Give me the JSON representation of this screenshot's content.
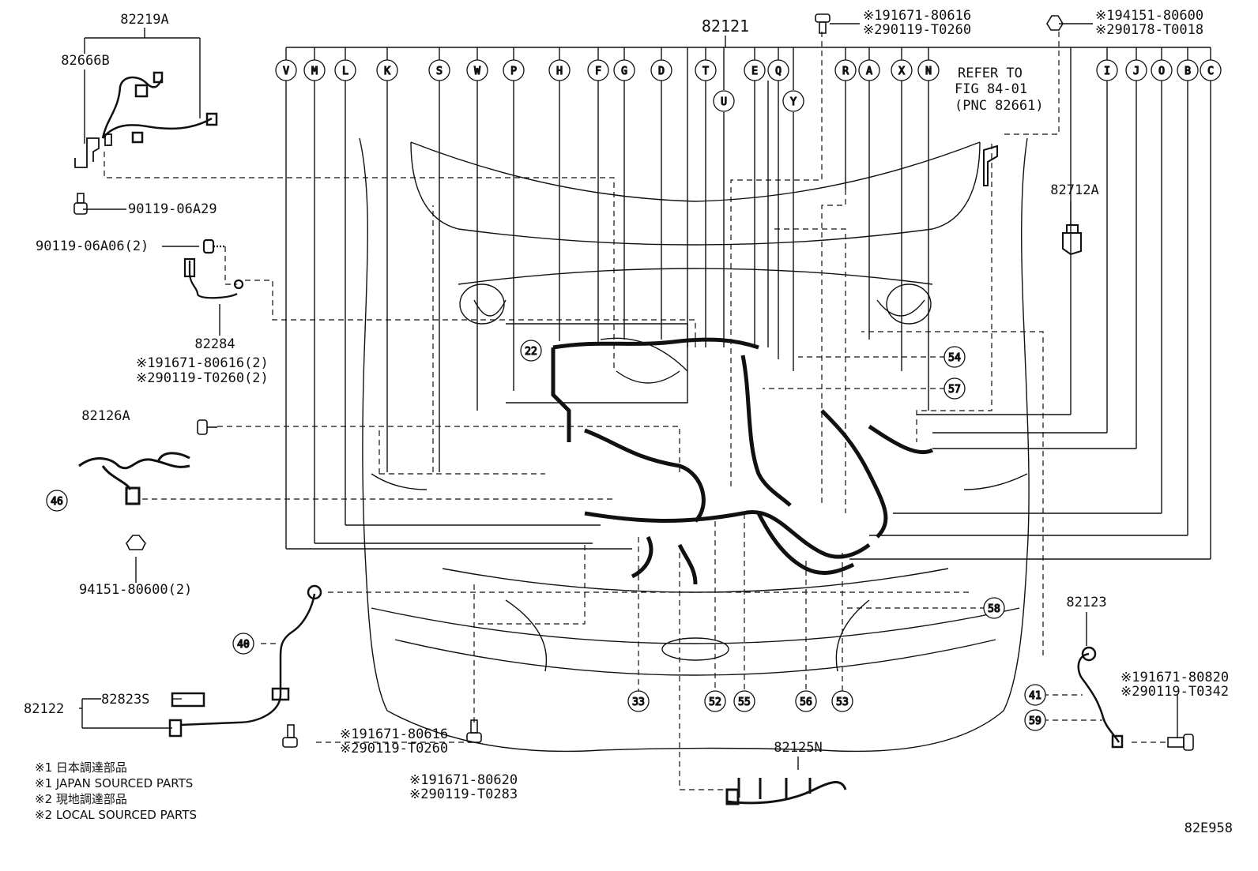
{
  "diagram_code": "82E958",
  "main_harness": "82121",
  "parts": {
    "p82219A": "82219A",
    "p82666B": "82666B",
    "p90119_06A29": "90119-06A29",
    "p90119_06A06": "90119-06A06(2)",
    "p82284": "82284",
    "p82284_bolt1": "※191671-80616(2)",
    "p82284_bolt2": "※290119-T0260(2)",
    "p82126A": "82126A",
    "p94151": "94151-80600(2)",
    "p82122": "82122",
    "p82823S": "82823S",
    "p82122_bolt1": "※191671-80616",
    "p82122_bolt2": "※290119-T0260",
    "p_mid_bolt1": "※191671-80620",
    "p_mid_bolt2": "※290119-T0283",
    "p82125N": "82125N",
    "p82123": "82123",
    "p82123_bolt1": "※191671-80820",
    "p82123_bolt2": "※290119-T0342",
    "p82712A": "82712A",
    "top_bolt1a": "※191671-80616",
    "top_bolt1b": "※290119-T0260",
    "top_bolt2a": "※194151-80600",
    "top_bolt2b": "※290178-T0018"
  },
  "refer": {
    "line1": "REFER TO",
    "line2": "FIG 84-01",
    "line3": "(PNC 82661)"
  },
  "connector_letters": {
    "V": "V",
    "M": "M",
    "L": "L",
    "K": "K",
    "S": "S",
    "W": "W",
    "P": "P",
    "H": "H",
    "F": "F",
    "G": "G",
    "D": "D",
    "T": "T",
    "U": "U",
    "E": "E",
    "Q": "Q",
    "Y": "Y",
    "R": "R",
    "A": "A",
    "X": "X",
    "N": "N",
    "I": "I",
    "J": "J",
    "O": "O",
    "B": "B",
    "C": "C"
  },
  "callouts": {
    "c22": "22",
    "c54": "54",
    "c57": "57",
    "c46": "46",
    "c58": "58",
    "c40": "40",
    "c33": "33",
    "c52": "52",
    "c55": "55",
    "c56": "56",
    "c53": "53",
    "c41": "41",
    "c59": "59"
  },
  "legend": {
    "line1": "※1 日本調達部品",
    "line2": "※1 JAPAN SOURCED PARTS",
    "line3": "※2 現地調達部品",
    "line4": "※2 LOCAL SOURCED PARTS"
  }
}
